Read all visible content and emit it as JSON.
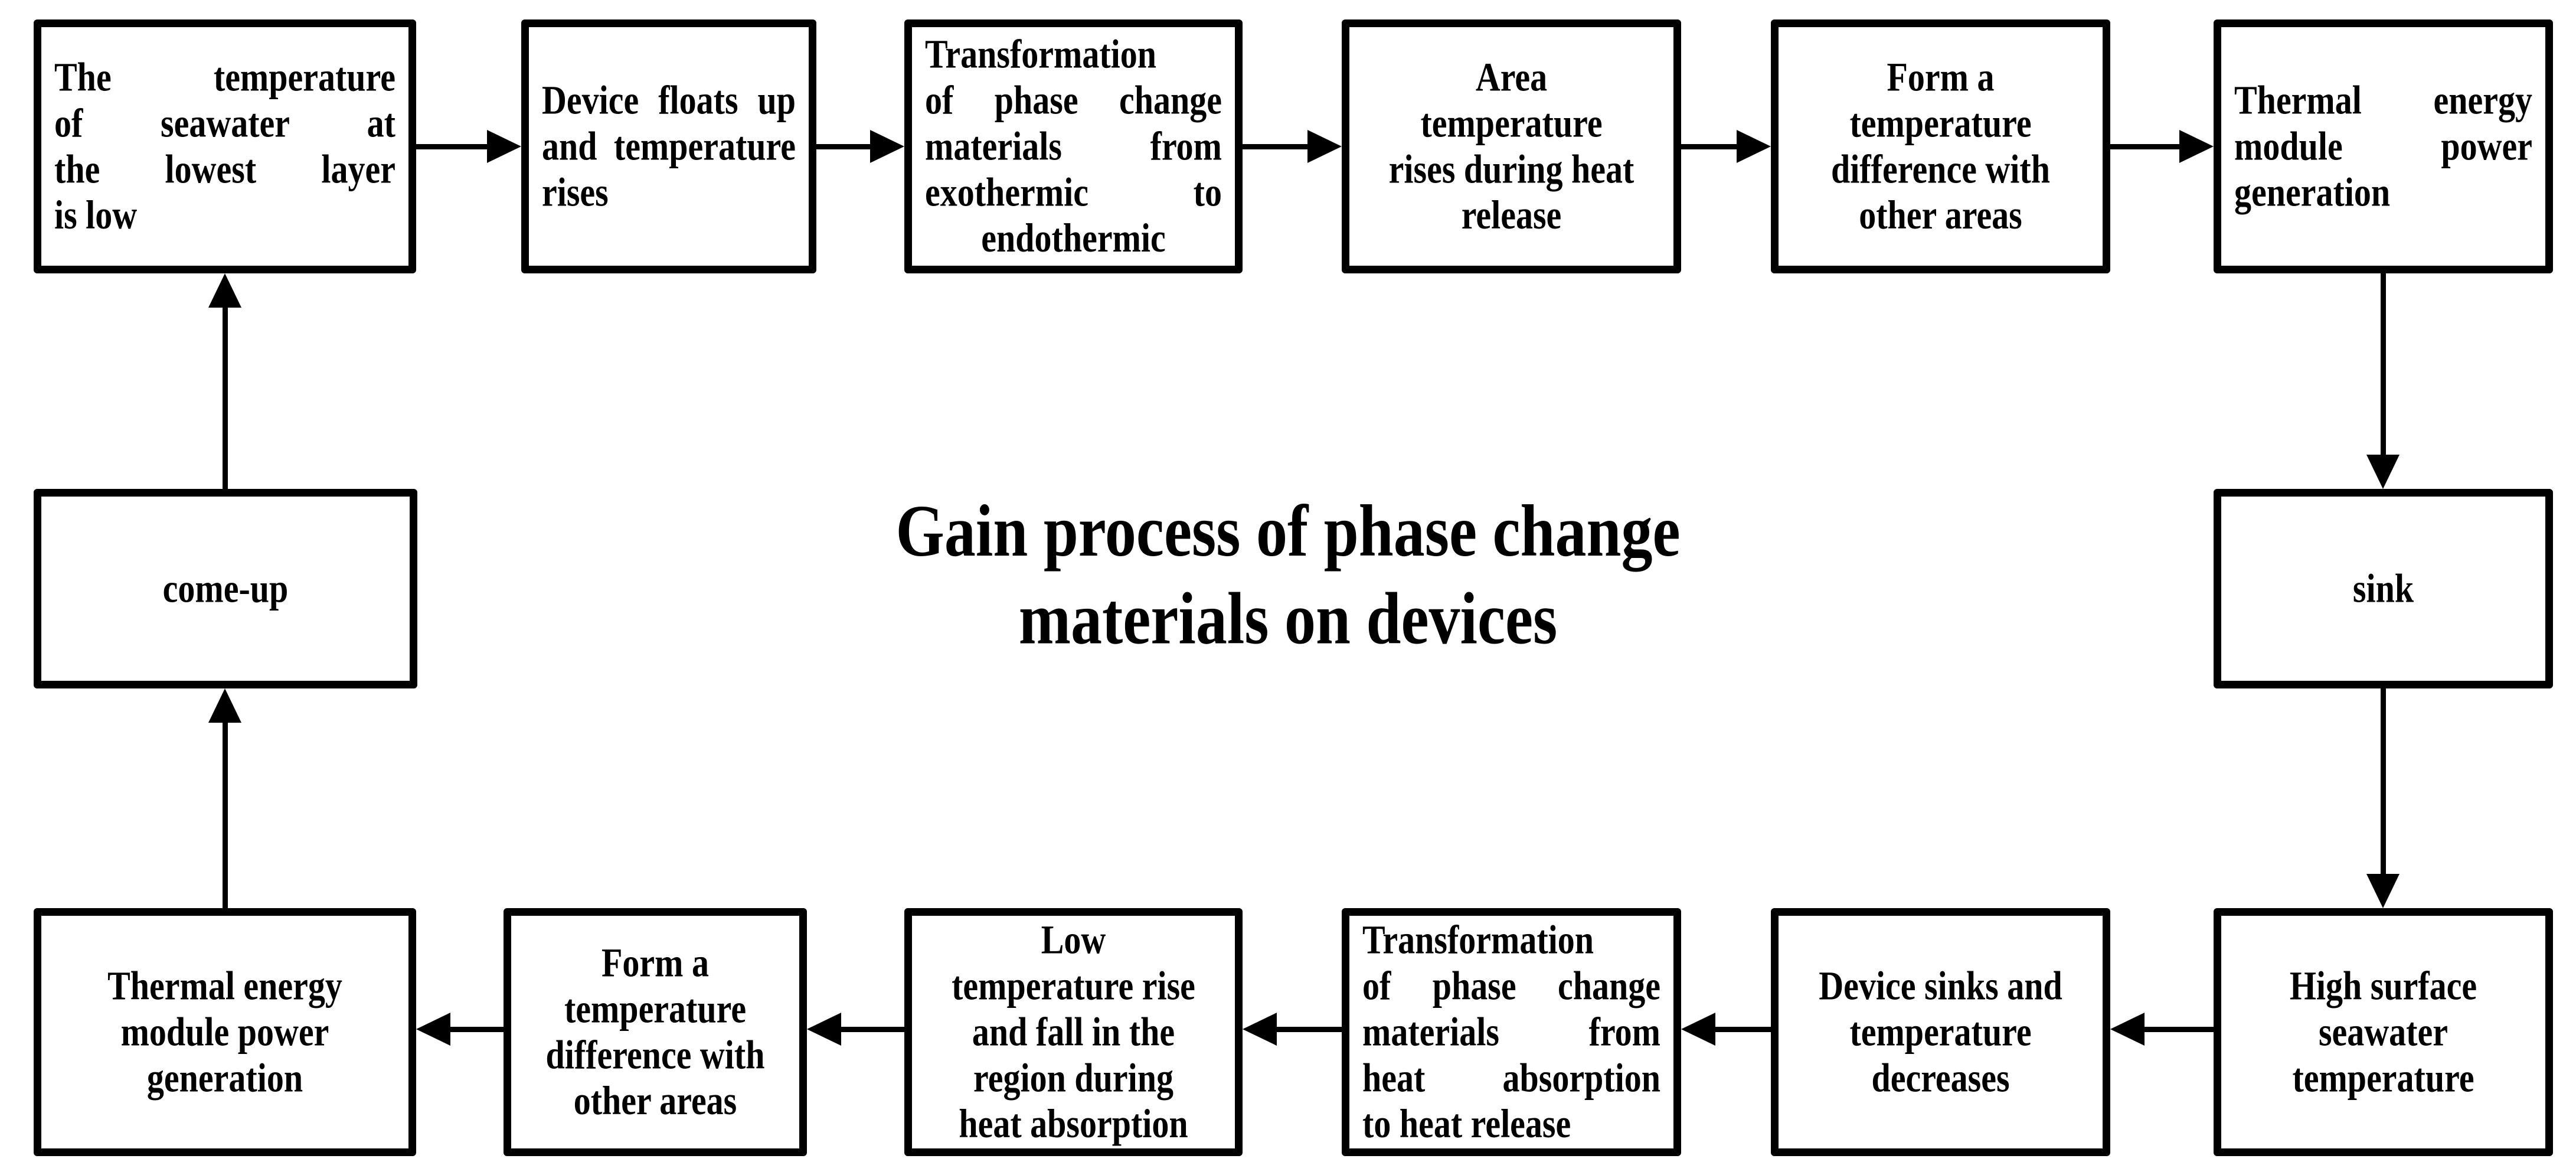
{
  "title": {
    "lines": [
      "Gain process of phase change",
      "materials on devices"
    ]
  },
  "boxes": {
    "top1": {
      "lines": [
        "The temperature",
        "of seawater at",
        "the lowest layer",
        "is low"
      ]
    },
    "top2": {
      "lines": [
        "Device floats up",
        "and temperature",
        "rises"
      ]
    },
    "top3": {
      "lines": [
        "Transformation",
        "of phase change",
        "materials from",
        "exothermic to",
        "endothermic"
      ]
    },
    "top4": {
      "lines": [
        "Area",
        "temperature",
        "rises during heat",
        "release"
      ]
    },
    "top5": {
      "lines": [
        "Form a",
        "temperature",
        "difference with",
        "other areas"
      ]
    },
    "top6": {
      "lines": [
        "Thermal energy",
        "module power",
        "generation"
      ]
    },
    "comeUp": {
      "lines": [
        "come-up"
      ]
    },
    "sink": {
      "lines": [
        "sink"
      ]
    },
    "bottom1": {
      "lines": [
        "Thermal energy",
        "module power",
        "generation"
      ]
    },
    "bottom2": {
      "lines": [
        "Form a",
        "temperature",
        "difference with",
        "other areas"
      ]
    },
    "bottom3": {
      "lines": [
        "Low",
        "temperature rise",
        "and fall in the",
        "region during",
        "heat absorption"
      ]
    },
    "bottom4": {
      "lines": [
        "Transformation",
        "of phase change",
        "materials from",
        "heat absorption",
        "to heat release"
      ]
    },
    "bottom5": {
      "lines": [
        "Device sinks and",
        "temperature",
        "decreases"
      ]
    },
    "bottom6": {
      "lines": [
        "High surface",
        "seawater",
        "temperature"
      ]
    }
  },
  "colors": {
    "ink": "#000000",
    "paper": "#ffffff"
  }
}
